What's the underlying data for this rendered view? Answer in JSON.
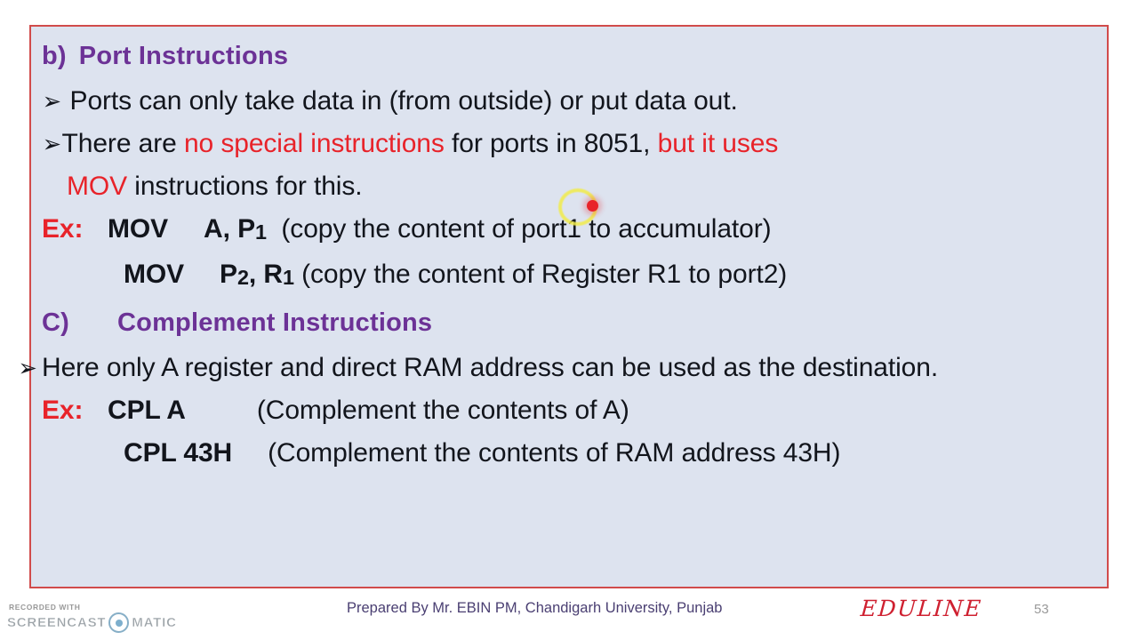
{
  "slide": {
    "page_number": "53",
    "panel_bg_color": "#dde3ef",
    "panel_border_color": "#d14b4b",
    "heading_color": "#6c3296",
    "accent_red": "#e8232a",
    "body_text_color": "#12151c",
    "bullet_glyph": "➢"
  },
  "sections": {
    "port": {
      "label": "b)",
      "title": "Port Instructions",
      "bullet1": "Ports can only take data in (from outside) or put data out.",
      "bullet2_part1": "There are ",
      "bullet2_red1": "no special instructions",
      "bullet2_part2": " for ports in 8051, ",
      "bullet2_red2": "but it uses",
      "bullet2_red3": "MOV",
      "bullet2_part3": " instructions for this.",
      "example_label": "Ex:",
      "example1_mnemonic": "MOV",
      "example1_operand_a": "A, P",
      "example1_operand_sub": "1",
      "example1_comment": "(copy the content of port1 to accumulator)",
      "example2_mnemonic": "MOV",
      "example2_operand_p": "P",
      "example2_operand_p_sub": "2",
      "example2_operand_sep": ", R",
      "example2_operand_r_sub": "1",
      "example2_comment": "(copy the content of Register R1 to port2)"
    },
    "complement": {
      "label": "C)",
      "title": "Complement Instructions",
      "bullet1": "Here only A register and direct RAM address can be used as the destination.",
      "example_label": "Ex:",
      "example1_mnemonic": "CPL  A",
      "example1_comment": "(Complement the contents of A)",
      "example2_mnemonic": "CPL  43H",
      "example2_comment": "(Complement the contents of RAM address 43H)"
    }
  },
  "footer": {
    "credit": "Prepared By Mr. EBIN PM, Chandigarh University, Punjab",
    "brand": "EDULINE",
    "page_number": "53"
  },
  "watermark": {
    "recorded_with": "RECORDED WITH",
    "name_left": "SCREENCAST",
    "name_right": "MATIC"
  }
}
